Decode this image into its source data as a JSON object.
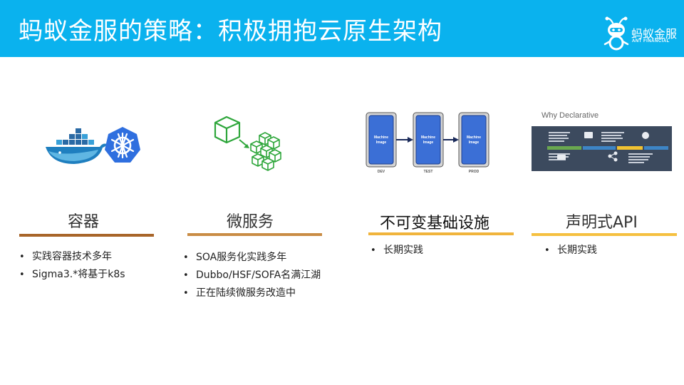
{
  "header": {
    "title": "蚂蚁金服的策略：积极拥抱云原生架构",
    "logo_name": "蚂蚁金服",
    "logo_en": "ANT FINANCIAL",
    "bg_color": "#0ab2ee"
  },
  "columns": [
    {
      "title": "容器",
      "bar_color": "#a8652a",
      "icons": [
        "docker-whale-icon",
        "kubernetes-helm-icon"
      ],
      "bullets": [
        "实践容器技术多年",
        "Sigma3.*将基于k8s"
      ]
    },
    {
      "title": "微服务",
      "bar_color": "#c98c45",
      "icons": [
        "single-cube-icon",
        "cube-cluster-icon"
      ],
      "bullets": [
        "SOA服务化实践多年",
        "Dubbo/HSF/SOFA名满江湖",
        "正在陆续微服务改造中"
      ]
    },
    {
      "title": "不可变基础设施",
      "bar_color": "#f0b43c",
      "pipeline": {
        "box_label_1": "Machine",
        "box_label_2": "Image",
        "stages": [
          "DEV",
          "TEST",
          "PROD"
        ]
      },
      "bullets": [
        "长期实践"
      ]
    },
    {
      "title": "声明式API",
      "bar_color": "#f5c040",
      "figure_title": "Why Declarative",
      "bullets": [
        "长期实践"
      ]
    }
  ]
}
